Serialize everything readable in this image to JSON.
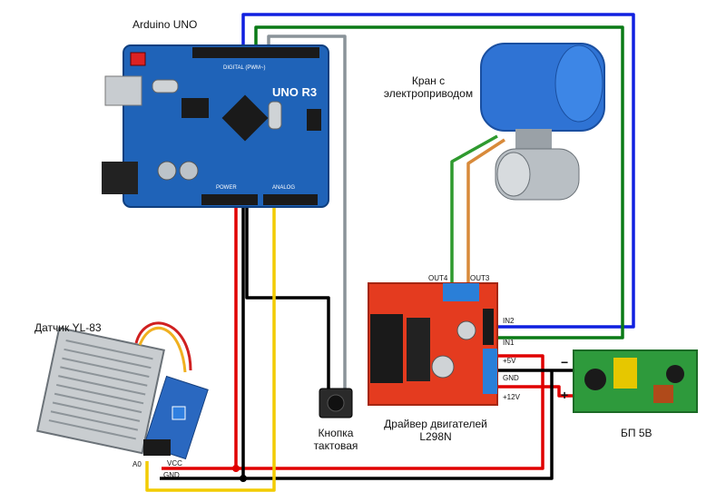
{
  "labels": {
    "arduino": "Arduino UNO",
    "valve_line1": "Кран с",
    "valve_line2": "электроприводом",
    "sensor": "Датчик YL-83",
    "button_line1": "Кнопка",
    "button_line2": "тактовая",
    "driver_line1": "Драйвер двигателей",
    "driver_line2": "L298N",
    "psu": "БП 5В"
  },
  "pins": {
    "out4": "OUT4",
    "out3": "OUT3",
    "in2": "IN2",
    "in1": "IN1",
    "plus5v": "+5V",
    "gnd": "GND",
    "plus12v": "+12V",
    "a0": "A0",
    "vcc": "VCC",
    "sensor_gnd": "GND",
    "psu_minus": "−",
    "psu_plus": "+"
  },
  "board_text": {
    "model": "UNO R3",
    "power": "POWER",
    "analog": "ANALOG",
    "digital": "DIGITAL (PWM~)"
  },
  "wire_colors": {
    "power": "#e00000",
    "ground": "#000000",
    "signal_a0": "#f2cc00",
    "button": "#8a9399",
    "in1": "#0a7a16",
    "in2": "#1020e0",
    "motor_a": "#2f9a2f",
    "motor_b": "#d88a3a"
  }
}
